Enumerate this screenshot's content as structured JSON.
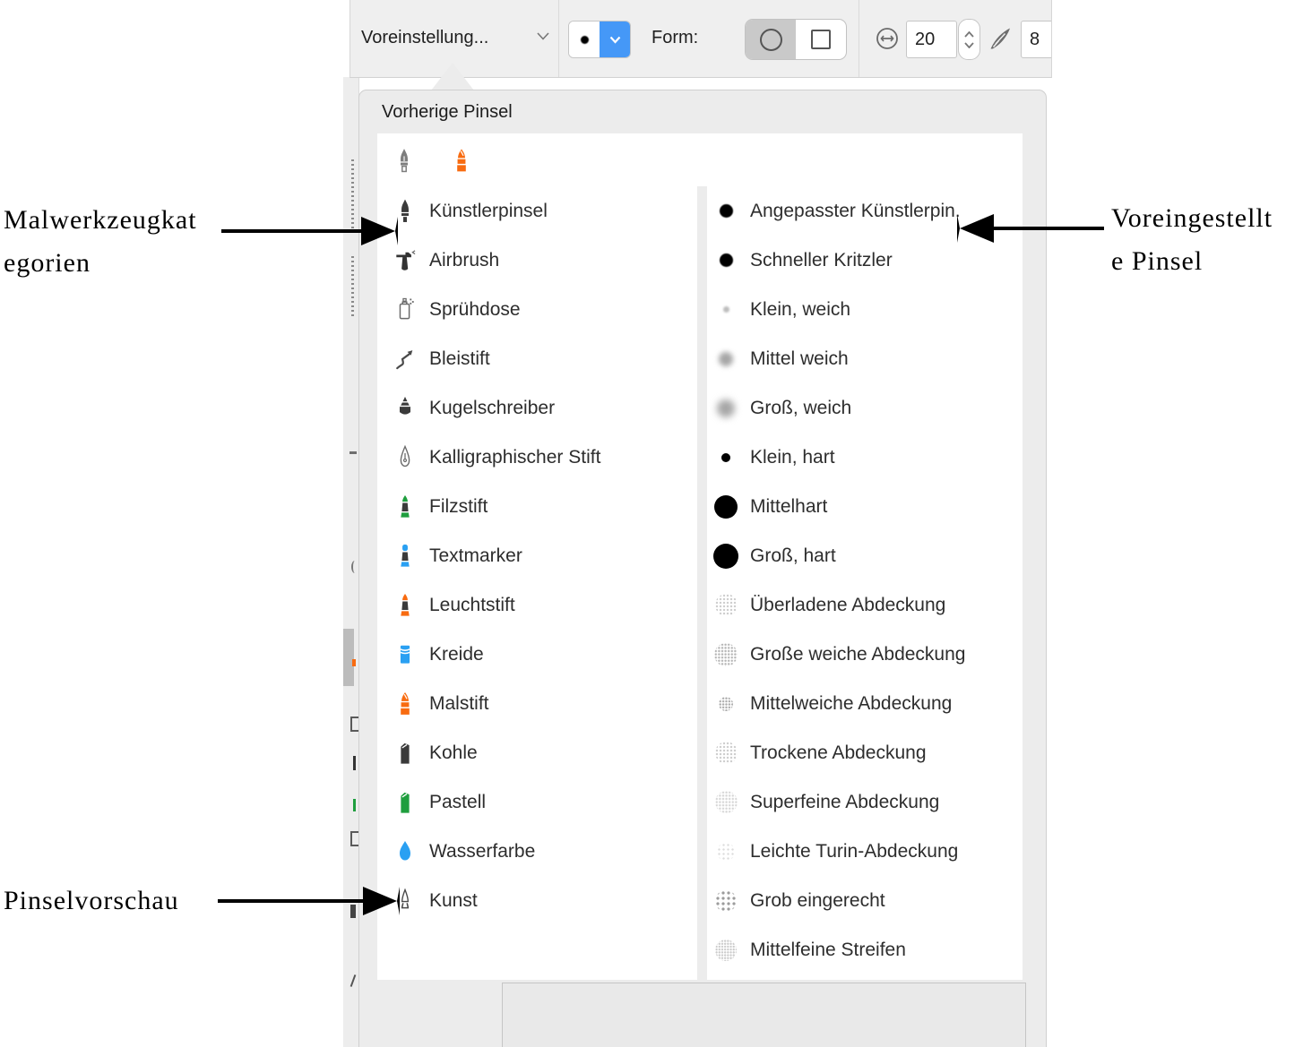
{
  "toolbar": {
    "preset_dropdown": {
      "label": "Voreinstellung..."
    },
    "stroke_selector": {
      "icon": "brush-stroke-dot-icon",
      "dropdown_icon": "chevron-down-icon"
    },
    "form": {
      "label": "Form:",
      "selected": "circle",
      "options": [
        {
          "icon": "circle-shape-icon"
        },
        {
          "icon": "square-shape-icon"
        }
      ]
    },
    "width": {
      "icon": "stroke-width-icon",
      "value": "20"
    },
    "feather": {
      "icon": "feather-icon",
      "value": "8"
    }
  },
  "panel": {
    "title": "Vorherige Pinsel",
    "previous_brushes": {
      "items": [
        {
          "icon": "gray-artist-brush-icon",
          "ref": "#i-brush-gray"
        },
        {
          "icon": "orange-crayon-icon",
          "ref": "#i-malstift"
        }
      ]
    },
    "categories": {
      "items": [
        {
          "icon": "kuenstlerpinsel-icon",
          "ref": "#i-kuenstlerpinsel",
          "label": "Künstlerpinsel"
        },
        {
          "icon": "airbrush-icon",
          "ref": "#i-airbrush",
          "label": "Airbrush"
        },
        {
          "icon": "spruehdose-icon",
          "ref": "#i-spruehdose",
          "label": "Sprühdose"
        },
        {
          "icon": "bleistift-icon",
          "ref": "#i-bleistift",
          "label": "Bleistift"
        },
        {
          "icon": "kugelschreiber-icon",
          "ref": "#i-kugelschreiber",
          "label": "Kugelschreiber"
        },
        {
          "icon": "kalligraphischer-stift-icon",
          "ref": "#i-kalligraph",
          "label": "Kalligraphischer Stift"
        },
        {
          "icon": "filzstift-icon",
          "ref": "#i-filzstift",
          "label": "Filzstift"
        },
        {
          "icon": "textmarker-icon",
          "ref": "#i-textmarker",
          "label": "Textmarker"
        },
        {
          "icon": "leuchtstift-icon",
          "ref": "#i-leuchtstift",
          "label": "Leuchtstift"
        },
        {
          "icon": "kreide-icon",
          "ref": "#i-kreide",
          "label": "Kreide"
        },
        {
          "icon": "malstift-icon",
          "ref": "#i-malstift",
          "label": "Malstift"
        },
        {
          "icon": "kohle-icon",
          "ref": "#i-kohle",
          "label": "Kohle"
        },
        {
          "icon": "pastell-icon",
          "ref": "#i-pastell",
          "label": "Pastell"
        },
        {
          "icon": "wasserfarbe-icon",
          "ref": "#i-wasserfarbe",
          "label": "Wasserfarbe"
        },
        {
          "icon": "kunst-icon",
          "ref": "#i-kunst",
          "label": "Kunst"
        }
      ]
    },
    "presets": {
      "items": [
        {
          "icon": "soft-medium-dot-icon",
          "glyph": "dot-soft-md",
          "label": "Angepasster Künstlerpin."
        },
        {
          "icon": "soft-medium-dot-icon",
          "glyph": "dot-soft-md",
          "label": "Schneller Kritzler"
        },
        {
          "icon": "faint-small-dot-icon",
          "glyph": "dot-faint-xs",
          "label": "Klein, weich"
        },
        {
          "icon": "blur-medium-dot-icon",
          "glyph": "dot-blur-md",
          "label": "Mittel weich"
        },
        {
          "icon": "blur-large-dot-icon",
          "glyph": "dot-blur-lg",
          "label": "Groß, weich"
        },
        {
          "icon": "hard-small-dot-icon",
          "glyph": "dot-hard-xs",
          "label": "Klein, hart"
        },
        {
          "icon": "hard-large-dot-icon",
          "glyph": "dot-hard-lg",
          "label": "Mittelhart"
        },
        {
          "icon": "hard-xlarge-dot-icon",
          "glyph": "dot-hard-xl",
          "label": "Groß, hart"
        },
        {
          "icon": "speckle-light-icon",
          "glyph": "spk-light-lg",
          "label": "Überladene Abdeckung"
        },
        {
          "icon": "speckle-mid-large-icon",
          "glyph": "spk-mid-lg",
          "label": "Große weiche Abdeckung"
        },
        {
          "icon": "speckle-mid-small-icon",
          "glyph": "spk-mid-sm",
          "label": "Mittelweiche Abdeckung"
        },
        {
          "icon": "speckle-light-icon",
          "glyph": "spk-light-lg",
          "label": "Trockene Abdeckung"
        },
        {
          "icon": "speckle-faint-icon",
          "glyph": "spk-faint-lg",
          "label": "Superfeine Abdeckung"
        },
        {
          "icon": "speckle-sparse-icon",
          "glyph": "spk-faint-sparse",
          "label": "Leichte Turin-Abdeckung"
        },
        {
          "icon": "speckle-coarse-icon",
          "glyph": "spk-coarse",
          "label": "Grob eingerecht"
        },
        {
          "icon": "speckle-fine-icon",
          "glyph": "spk-fine",
          "label": "Mittelfeine Streifen"
        }
      ]
    }
  },
  "annotations": {
    "categories_line1": "Malwerkzeugkat",
    "categories_line2": "egorien",
    "presets_line1": "Voreingestellt",
    "presets_line2": "e Pinsel",
    "preview_label": "Pinselvorschau"
  },
  "colors": {
    "accent_blue": "#4598f7",
    "icon_blue": "#2aa0f2",
    "icon_orange": "#f86b10",
    "icon_green": "#1f9e3e",
    "panel_gray": "#ececec",
    "toolbar_gray": "#efefef"
  }
}
